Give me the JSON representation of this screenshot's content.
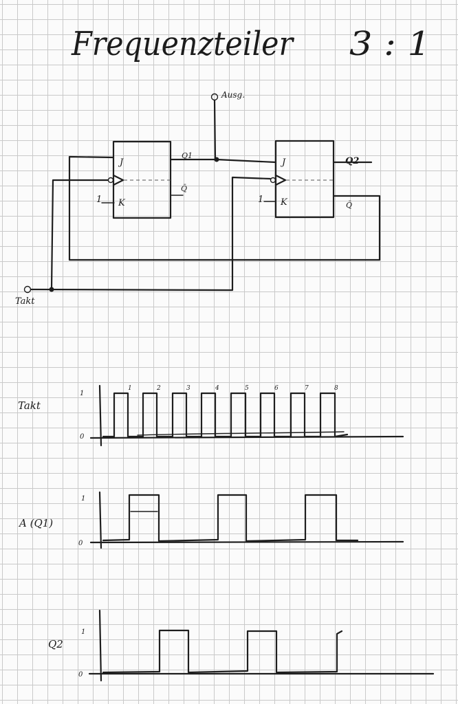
{
  "title": {
    "text": "Frequenzteiler",
    "ratio": "3 : 1"
  },
  "circuit": {
    "output_label": "Ausg.",
    "clock_input_label": "Takt",
    "ff1": {
      "j": "J",
      "k": "K",
      "k_input": "1",
      "q": "Q1",
      "qbar": "Q̄"
    },
    "ff2": {
      "j": "J",
      "k": "K",
      "k_input": "1",
      "q": "Q2",
      "qbar": "Q̄"
    }
  },
  "timing": {
    "levels": {
      "high": "1",
      "low": "0"
    },
    "rows": [
      {
        "label": "Takt",
        "pulse_numbers": [
          "1",
          "2",
          "3",
          "4",
          "5",
          "6",
          "7",
          "8"
        ]
      },
      {
        "label": "A (Q1)"
      },
      {
        "label": "Q2"
      }
    ]
  }
}
